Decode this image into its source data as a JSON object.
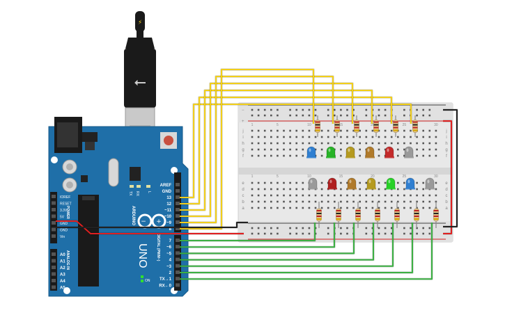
{
  "board": {
    "name": "UNO",
    "brand": "ARDUINO",
    "tx_label": "TX",
    "rx_label": "RX",
    "l_label": "L",
    "on_label": "ON",
    "power_label": "POWER",
    "analog_label": "ANALOG IN",
    "digital_label": "DIGITAL (PWM~)",
    "left_pins": [
      "IOREF",
      "RESET",
      "3.3V",
      "5V",
      "GND",
      "GND",
      "Vin"
    ],
    "analog_pins": [
      "A0",
      "A1",
      "A2",
      "A3",
      "A4",
      "A5"
    ],
    "top_digital_pins": [
      "AREF",
      "GND",
      "13",
      "12",
      "~11",
      "~10",
      "~9",
      "8"
    ],
    "bottom_digital_pins": [
      "7",
      "~6",
      "~5",
      "4",
      "~3",
      "2",
      "TX→1",
      "RX←0"
    ]
  },
  "breadboard": {
    "rail_minus": "−",
    "rail_plus": "+",
    "row_letters_top": [
      "j",
      "i",
      "h",
      "g",
      "f"
    ],
    "row_letters_bottom": [
      "e",
      "d",
      "c",
      "b",
      "a"
    ],
    "column_numbers": [
      "1",
      "5",
      "10",
      "15",
      "20",
      "25",
      "30"
    ]
  },
  "top_leds": [
    {
      "color": "#2f7fd1"
    },
    {
      "color": "#27b327"
    },
    {
      "color": "#b59a1f"
    },
    {
      "color": "#b07a2a"
    },
    {
      "color": "#c42a2a"
    },
    {
      "color": "#9a9a9a"
    }
  ],
  "bottom_leds": [
    {
      "color": "#9a9a9a"
    },
    {
      "color": "#b02020"
    },
    {
      "color": "#b07a2a"
    },
    {
      "color": "#b59a1f"
    },
    {
      "color": "#27d127"
    },
    {
      "color": "#2f7fd1"
    },
    {
      "color": "#9a9a9a"
    }
  ],
  "colors": {
    "board": "#1f6fa8",
    "wire_yellow": "#f2cf1a",
    "wire_green": "#3cb043",
    "wire_red": "#e02020",
    "wire_black": "#222222"
  }
}
